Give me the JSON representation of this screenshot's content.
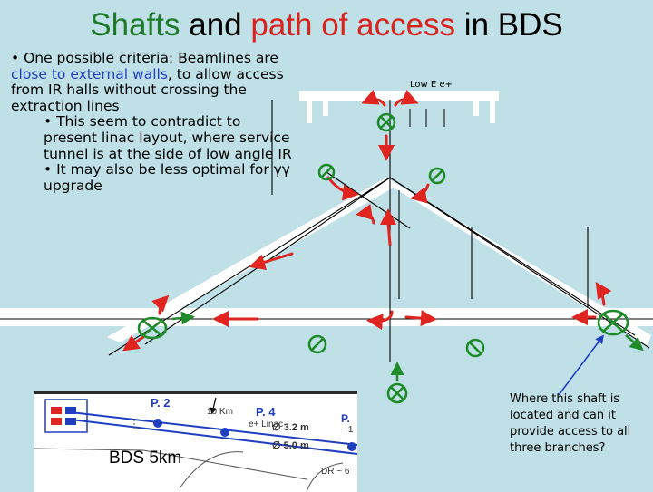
{
  "title": {
    "part1": "Shafts",
    "part2": " and ",
    "part3": "path of access",
    "part4": " in BDS"
  },
  "bullets": {
    "b1_pre": "• One possible criteria: Beamlines are ",
    "b1_blue": "close to external walls",
    "b1_post": ", to allow access from IR halls without crossing the extraction lines",
    "b2": "• This seem to contradict to present linac layout, where service tunnel is at the side of low angle IR",
    "b3": "• It may also be less optimal for γγ upgrade"
  },
  "diagram": {
    "label_low": "Low E e+"
  },
  "inset": {
    "p2": "P. 2",
    "p4": "P. 4",
    "km10": "10 Km",
    "linac": "e+ Linac",
    "d32": "∅ 3.2 m",
    "d50": "∅ 5.0 m",
    "p_trunc": "P.",
    "num_trunc": "~1",
    "bds": "BDS 5km",
    "dr": "DR ~ 6"
  },
  "note": "Where this shaft is located and can it provide access to all three branches?",
  "colors": {
    "background": "#bfe0e6",
    "shaft": "#1e8a2a",
    "arrow": "#e0241f",
    "pointer": "#1f3fbf"
  }
}
